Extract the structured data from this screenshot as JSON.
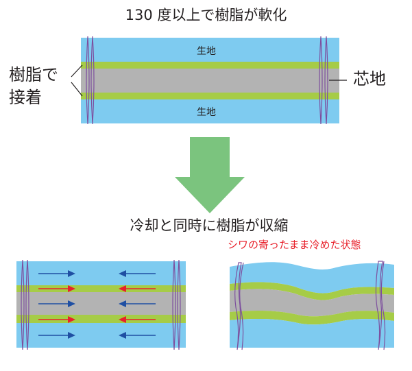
{
  "title_top": "130 度以上で樹脂が軟化",
  "title_mid": "冷却と同時に樹脂が収縮",
  "label_left": "樹脂で接着",
  "label_right": "芯地",
  "label_red": "シワの寄ったまま冷めた状態",
  "fabric_top": "生地",
  "fabric_bottom": "生地",
  "colors": {
    "fabric": "#7ecbf0",
    "resin": "#a6cc47",
    "interlining": "#b3b3b3",
    "stitch": "#7d4f9e",
    "arrow_down": "#7bc47e",
    "arrow_blue": "#1f4fa3",
    "arrow_red": "#e8212b",
    "text_red": "#e8212b"
  }
}
